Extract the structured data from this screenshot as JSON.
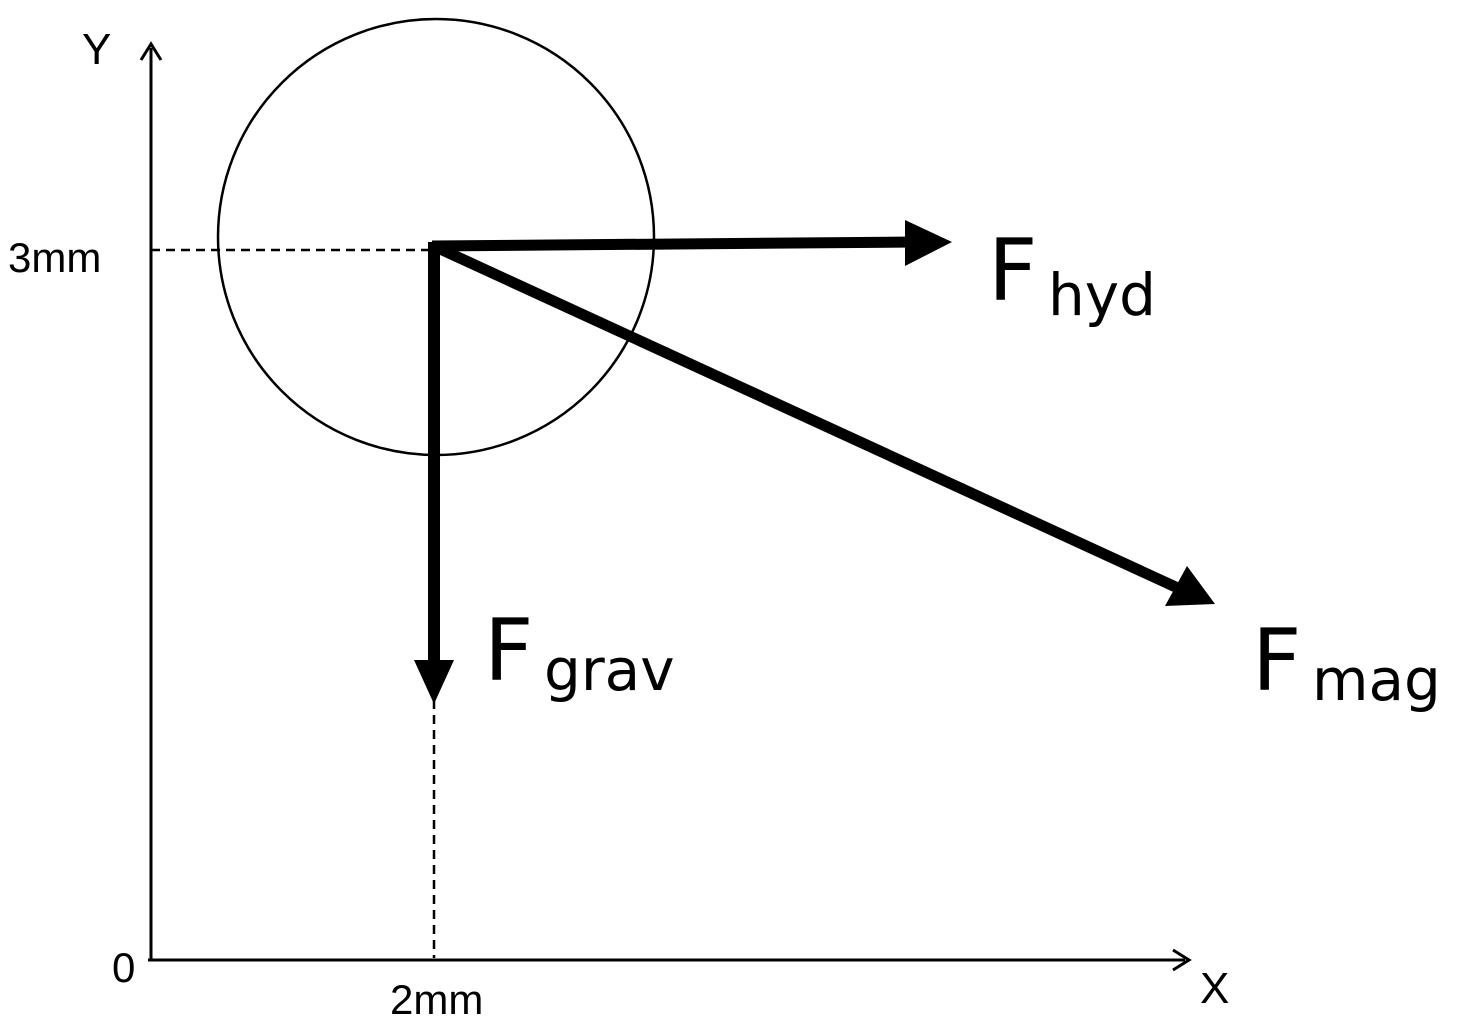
{
  "axes": {
    "x_label": "X",
    "y_label": "Y",
    "origin_label": "0",
    "x_tick": "2mm",
    "y_tick": "3mm"
  },
  "forces": {
    "hydrodynamic": {
      "symbol": "F",
      "subscript": "hyd"
    },
    "gravity": {
      "symbol": "F",
      "subscript": "grav"
    },
    "magnetic": {
      "symbol": "F",
      "subscript": "mag"
    }
  },
  "colors": {
    "stroke": "#000000",
    "background": "#ffffff"
  }
}
